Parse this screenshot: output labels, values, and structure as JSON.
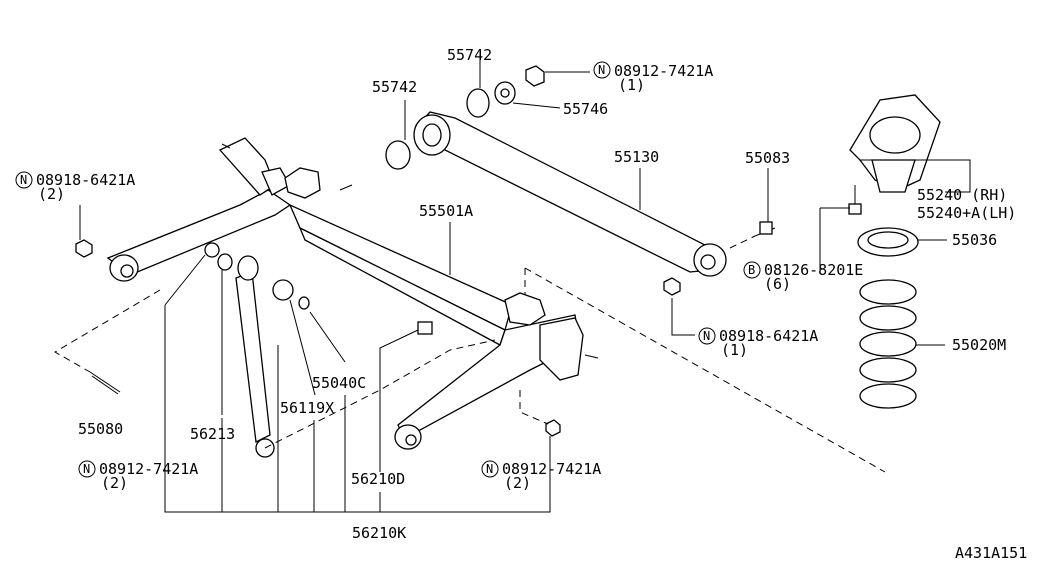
{
  "labels": {
    "p55742_top": "55742",
    "p55742_left": "55742",
    "n08912_top": "08912-7421A",
    "n08912_top_qty": "(1)",
    "p55746": "55746",
    "p55130": "55130",
    "p55083": "55083",
    "n08918_left": "08918-6421A",
    "n08918_left_qty": "(2)",
    "p55501A": "55501A",
    "p55240": "55240  (RH)",
    "p55240A": "55240+A(LH)",
    "p55036": "55036",
    "b08126": "08126-8201E",
    "b08126_qty": "(6)",
    "n08918_right": "08918-6421A",
    "n08918_right_qty": "(1)",
    "p55020M": "55020M",
    "p55040C": "55040C",
    "p56119X": "56119X",
    "p55080": "55080",
    "p56213": "56213",
    "n08912_left": "08912-7421A",
    "n08912_left_qty": "(2)",
    "p56210D": "56210D",
    "n08912_right": "08912-7421A",
    "n08912_right_qty": "(2)",
    "p56210K": "56210K",
    "diagram_code": "A431A151"
  },
  "symbols": {
    "nut": "N",
    "bolt": "B"
  },
  "icons": [
    "rear-axle-beam",
    "lateral-link",
    "shock-absorber",
    "coil-spring",
    "spring-seat",
    "spring-insulator",
    "bushing",
    "nut",
    "bolt"
  ]
}
